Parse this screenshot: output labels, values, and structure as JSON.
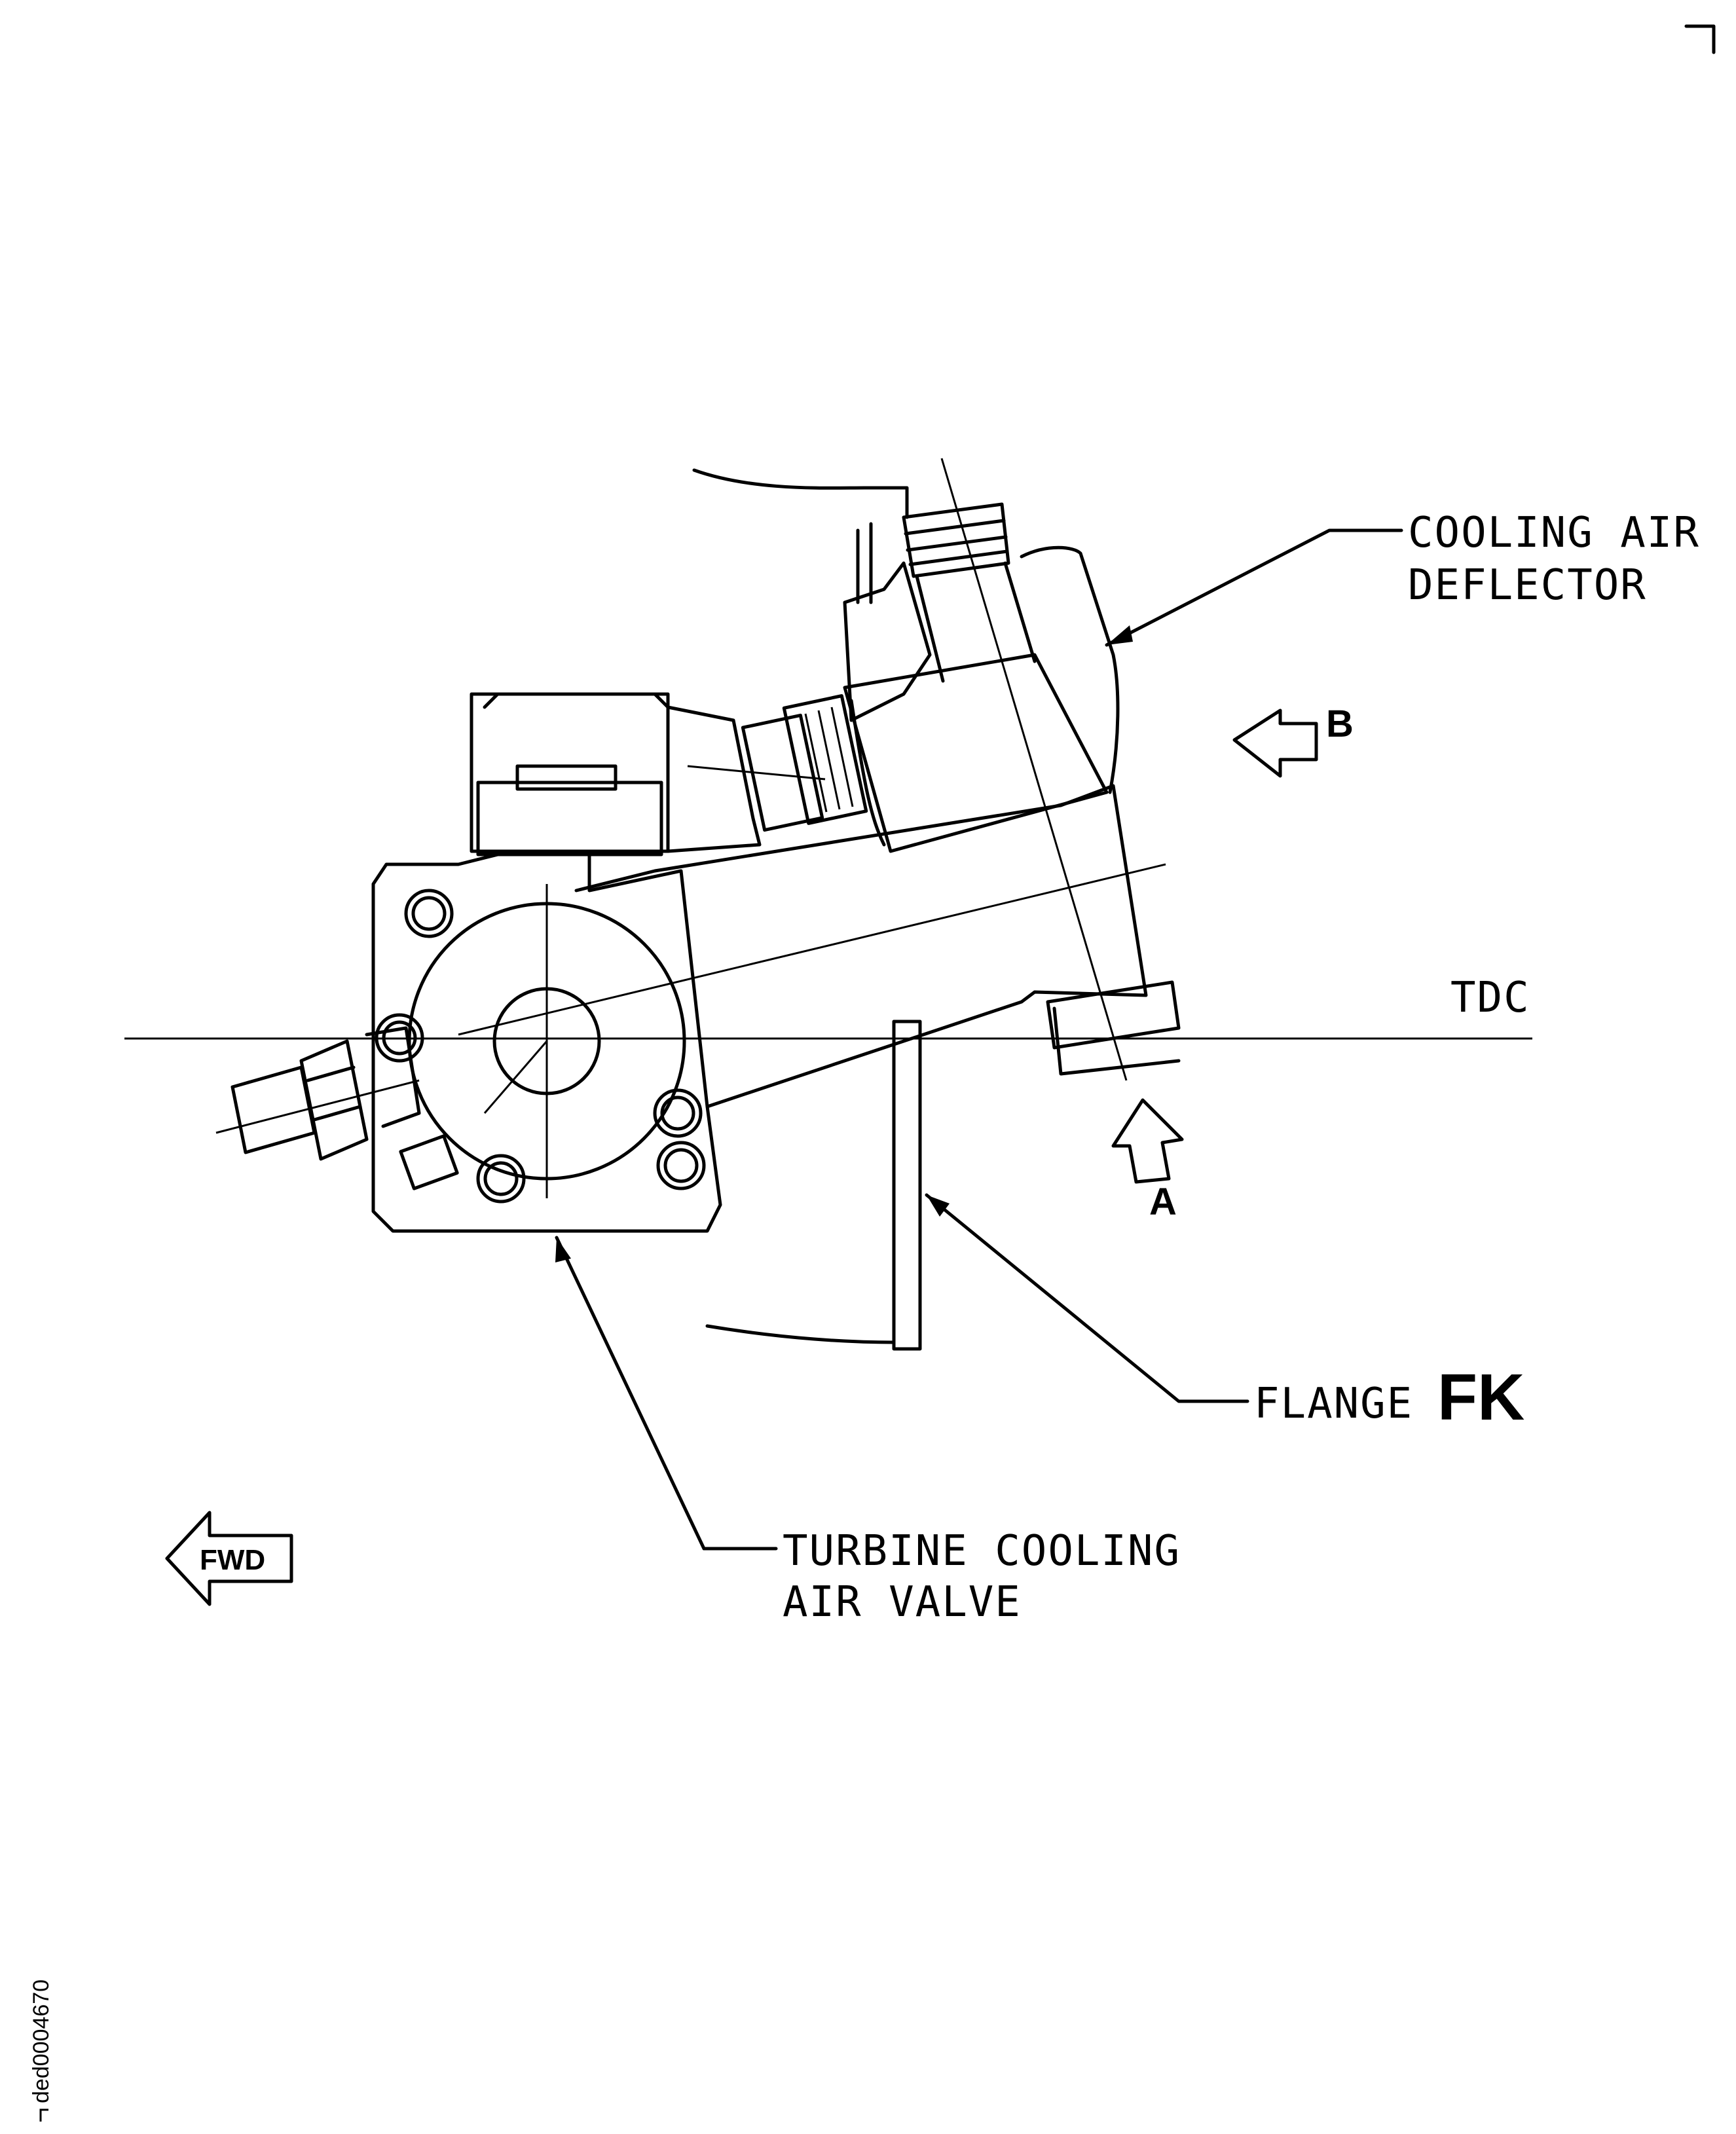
{
  "labels": {
    "cooling_air_deflector_line1": "COOLING AIR",
    "cooling_air_deflector_line2": "DEFLECTOR",
    "tdc": "TDC",
    "view_b": "B",
    "view_a": "A",
    "flange_prefix": "FLANGE",
    "flange_id": "FK",
    "turbine_line1": "TURBINE COOLING",
    "turbine_line2": "AIR VALVE",
    "fwd": "FWD"
  },
  "document_id": "ded0004670"
}
